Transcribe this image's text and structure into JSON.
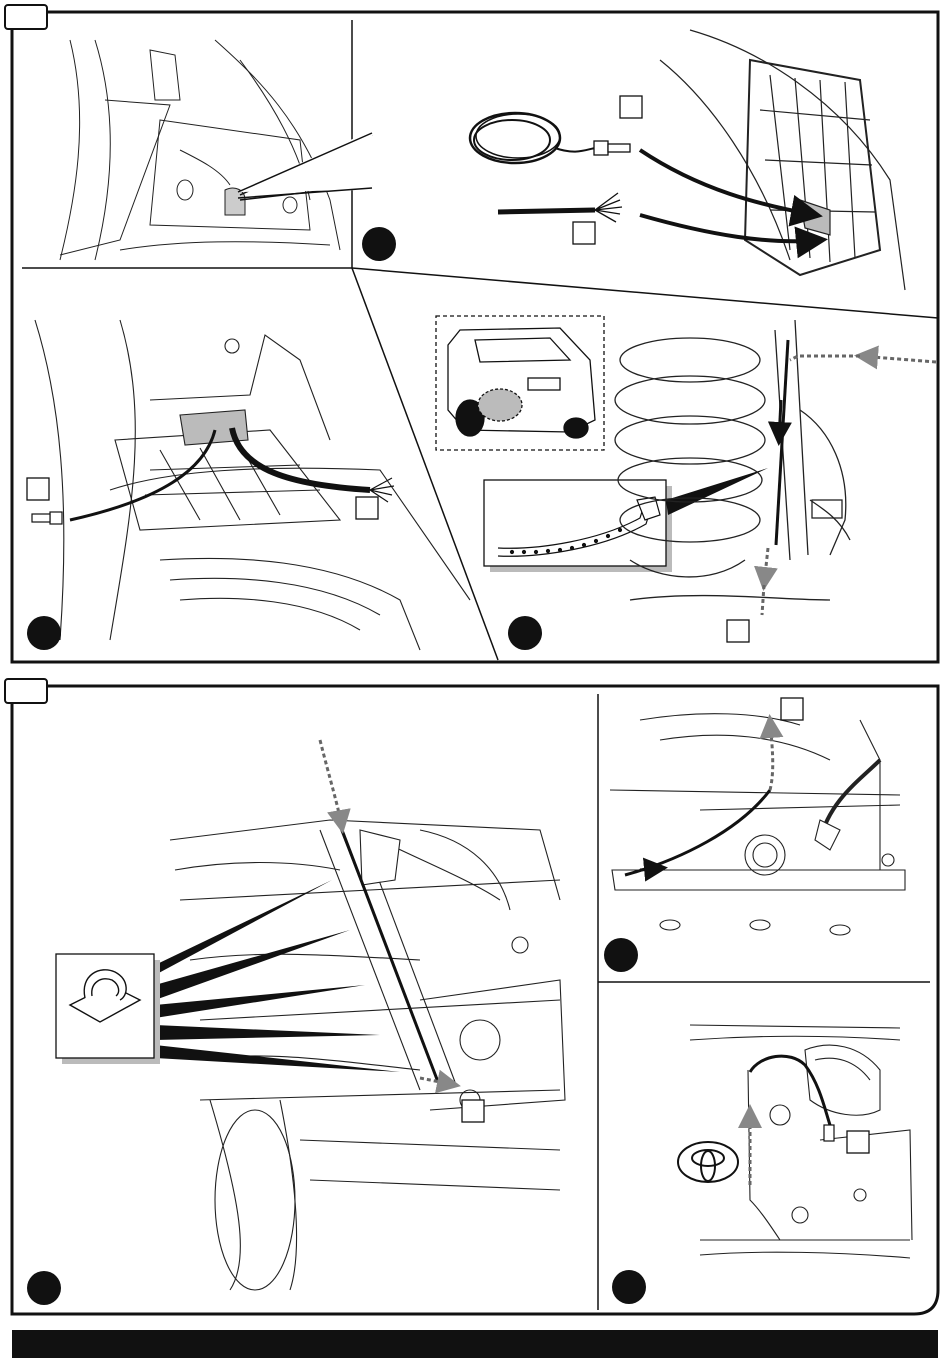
{
  "document": {
    "type": "installation instruction sheet",
    "colors": {
      "ink": "#111111",
      "paper": "#ffffff",
      "shade": "#c8c8c8"
    },
    "sections": [
      {
        "panels": [
          {
            "icons": [
              "wheel-arch-cavity"
            ]
          },
          {
            "icons": [
              "connector-cable-coil",
              "wire-bundle",
              "wheel-arch-liner"
            ]
          },
          {
            "icons": [
              "boot-cavity-routing"
            ]
          },
          {
            "icons": [
              "car-rear-view",
              "cable-tie",
              "rear-suspension-coil"
            ]
          }
        ]
      },
      {
        "panels": [
          {
            "icons": [
              "underbody-routing",
              "clip"
            ]
          },
          {
            "icons": [
              "engine-bay-routing"
            ]
          },
          {
            "icons": [
              "front-bumper-routing",
              "toyota-logo"
            ]
          }
        ]
      }
    ]
  }
}
